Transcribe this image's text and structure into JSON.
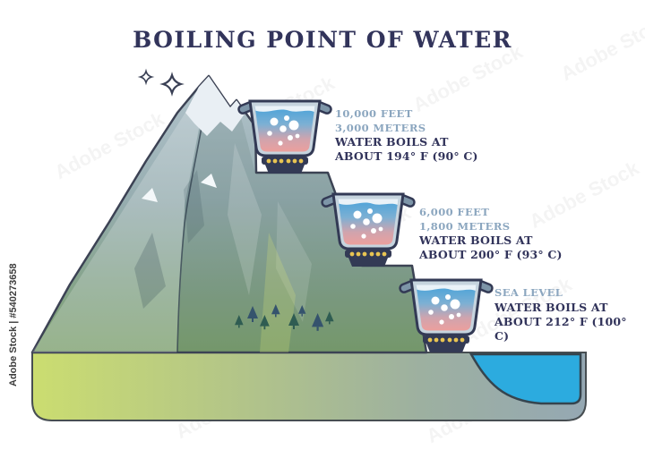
{
  "title": "BOILING POINT OF WATER",
  "watermark": {
    "tile_text": "Adobe Stock",
    "side_text": "Adobe Stock | #540273658"
  },
  "levels": [
    {
      "altitude_line1": "10,000 FEET",
      "altitude_line2": "3,000 METERS",
      "boil_line1": "WATER BOILS AT",
      "boil_line2": "ABOUT 194° F (90° C)"
    },
    {
      "altitude_line1": "6,000 FEET",
      "altitude_line2": "1,800 METERS",
      "boil_line1": "WATER BOILS AT",
      "boil_line2": "ABOUT 200° F (93° C)"
    },
    {
      "altitude_line1": "SEA LEVEL",
      "altitude_line2": "",
      "boil_line1": "WATER BOILS AT",
      "boil_line2": "ABOUT 212° F (100° C)"
    }
  ],
  "colors": {
    "title_text": "#32345b",
    "altitude_text": "#8ba6bf",
    "boil_text": "#32345b",
    "sea_water": "#2cabdf",
    "outline": "#333a55"
  }
}
